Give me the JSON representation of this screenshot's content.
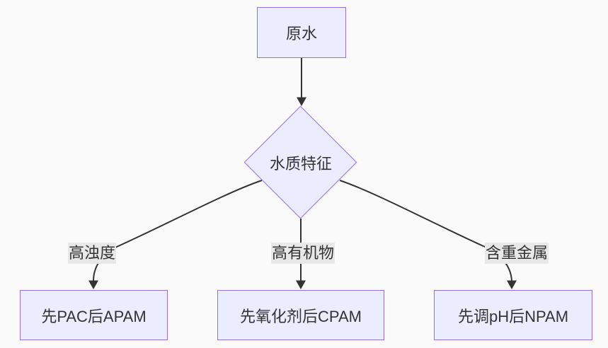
{
  "diagram": {
    "type": "flowchart",
    "direction": "top-down",
    "nodes": {
      "source": "原水",
      "decision": "水质特征",
      "outcome_left": "先PAC后APAM",
      "outcome_middle": "先氧化剂后CPAM",
      "outcome_right": "先调pH后NPAM"
    },
    "edge_labels": {
      "left": "高浊度",
      "middle": "高有机物",
      "right": "含重金属"
    },
    "colors": {
      "background": "#fafafa",
      "node_fill": "#ECECFF",
      "node_border": "#9370DB",
      "edge": "#333333",
      "edge_label_bg": "#e8e8e8",
      "text": "#333333"
    }
  }
}
